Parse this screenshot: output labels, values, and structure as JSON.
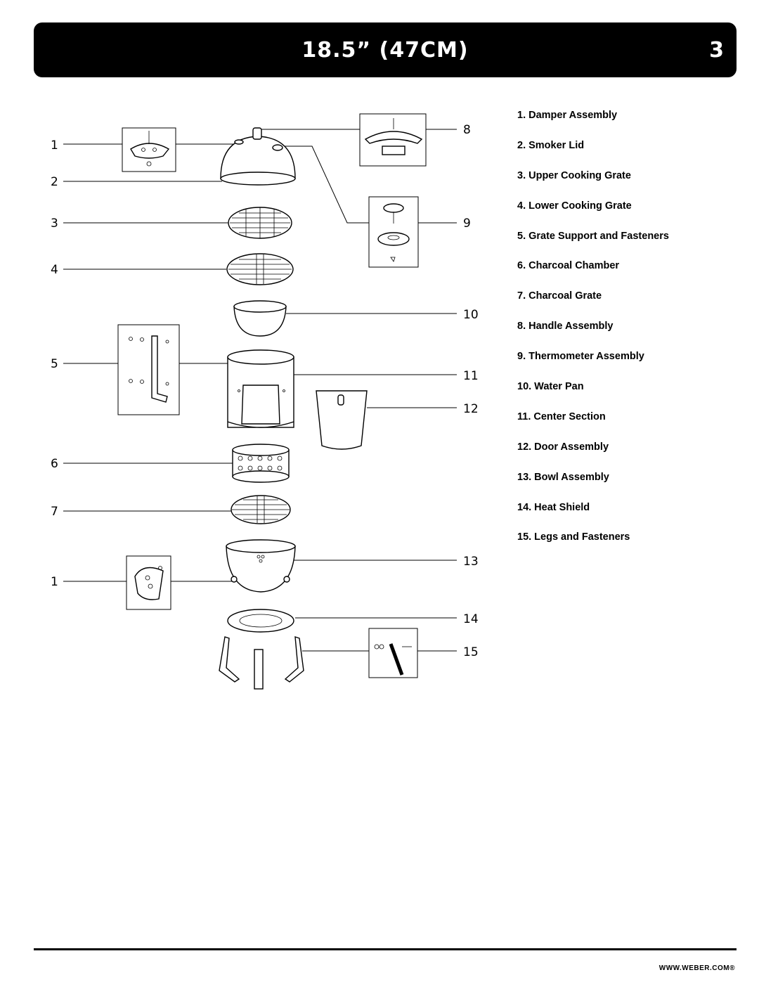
{
  "header": {
    "title": "18.5” (47CM)",
    "page_number": "3"
  },
  "callouts": [
    "1",
    "2",
    "3",
    "4",
    "5",
    "6",
    "7",
    "1",
    "8",
    "9",
    "10",
    "11",
    "12",
    "13",
    "14",
    "15"
  ],
  "legend": [
    "1. Damper Assembly",
    "2. Smoker Lid",
    "3. Upper Cooking Grate",
    "4. Lower Cooking Grate",
    "5. Grate Support and Fasteners",
    "6. Charcoal Chamber",
    "7. Charcoal Grate",
    "8. Handle Assembly",
    "9. Thermometer Assembly",
    "10. Water Pan",
    "11. Center Section",
    "12. Door Assembly",
    "13. Bowl Assembly",
    "14. Heat Shield",
    "15. Legs and Fasteners"
  ],
  "footer": {
    "url": "WWW.WEBER.COM®"
  }
}
